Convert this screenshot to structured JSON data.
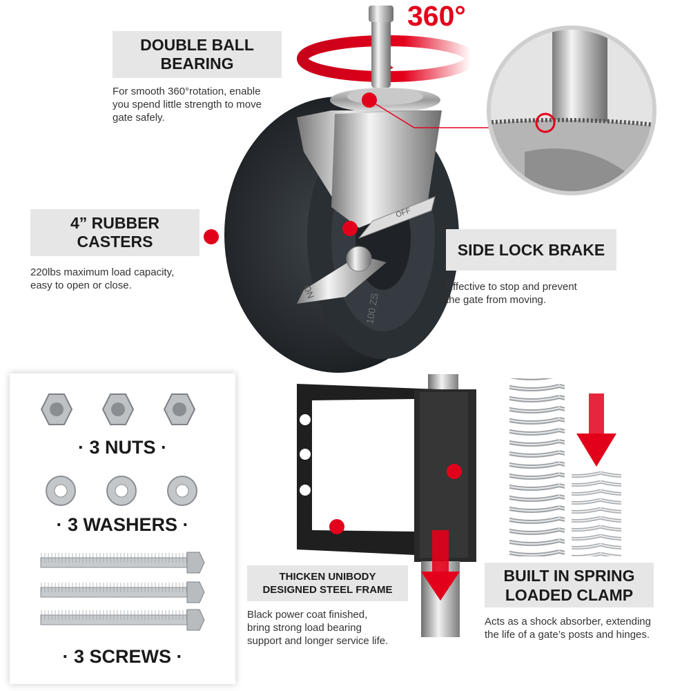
{
  "rotation": {
    "degrees_label": "360°"
  },
  "bearing": {
    "title_line1": "DOUBLE BALL",
    "title_line2": "BEARING",
    "desc_line1": "For smooth 360°rotation, enable",
    "desc_line2": "you spend little strength to move",
    "desc_line3": "gate safely."
  },
  "casters": {
    "title_line1": "4” RUBBER",
    "title_line2": "CASTERS",
    "desc_line1": "220lbs maximum load capacity,",
    "desc_line2": "easy to open or close."
  },
  "brake": {
    "title": "SIDE LOCK BRAKE",
    "desc_line1": "Effective to stop and prevent",
    "desc_line2": "the gate from moving.",
    "off_text": "OFF",
    "on_text": "ON"
  },
  "wheel": {
    "marking": "100 ZS"
  },
  "kit": {
    "nuts_label": "· 3 NUTS ·",
    "washers_label": "· 3 WASHERS ·",
    "screws_label": "· 3 SCREWS ·"
  },
  "frame": {
    "title_line1": "THICKEN UNIBODY",
    "title_line2": "DESIGNED STEEL FRAME",
    "desc_line1": "Black power coat finished,",
    "desc_line2": "bring strong load bearing",
    "desc_line3": "support and longer service life."
  },
  "spring": {
    "title_line1": "BUILT IN SPRING",
    "title_line2": "LOADED CLAMP",
    "desc_line1": "Acts as a shock absorber, extending",
    "desc_line2": "the life of a gate’s posts and hinges."
  },
  "colors": {
    "accent_red": "#e3001b",
    "label_bg": "#e6e6e6",
    "text_dark": "#1a1a1a"
  }
}
